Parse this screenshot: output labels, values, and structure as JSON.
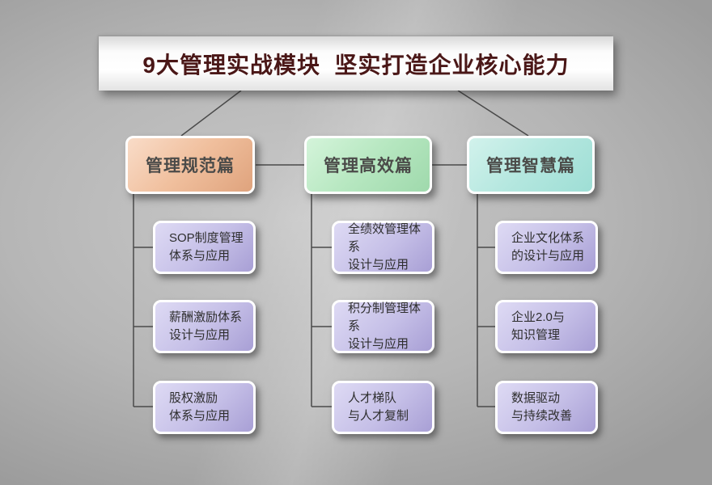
{
  "title": {
    "text": "9大管理实战模块  坚实打造企业核心能力"
  },
  "columns": [
    {
      "header": {
        "label": "管理规范篇"
      },
      "items": [
        {
          "line1": "SOP制度管理",
          "line2": "体系与应用"
        },
        {
          "line1": "薪酬激励体系",
          "line2": "设计与应用"
        },
        {
          "line1": "股权激励",
          "line2": "体系与应用"
        }
      ]
    },
    {
      "header": {
        "label": "管理高效篇"
      },
      "items": [
        {
          "line1": "全绩效管理体系",
          "line2": "设计与应用"
        },
        {
          "line1": "积分制管理体系",
          "line2": "设计与应用"
        },
        {
          "line1": "人才梯队",
          "line2": "与人才复制"
        }
      ]
    },
    {
      "header": {
        "label": "管理智慧篇"
      },
      "items": [
        {
          "line1": "企业文化体系",
          "line2": "的设计与应用"
        },
        {
          "line1": "企业2.0与",
          "line2": "知识管理"
        },
        {
          "line1": "数据驱动",
          "line2": "与持续改善"
        }
      ]
    }
  ],
  "colors": {
    "background_gray": "#b3b3b3",
    "title_text": "#4a1717",
    "header_text": "#4b4b49",
    "item_text": "#2e2e2e",
    "connector_line": "#4a4a4a",
    "module1_gradient_from": "#f9dcc8",
    "module1_gradient_to": "#dfa37d",
    "module2_gradient_from": "#d4f4da",
    "module2_gradient_to": "#9fd9ac",
    "module3_gradient_from": "#d2f2ec",
    "module3_gradient_to": "#9eded5",
    "item_gradient_from": "#dedaf4",
    "item_gradient_to": "#a89fd5"
  }
}
